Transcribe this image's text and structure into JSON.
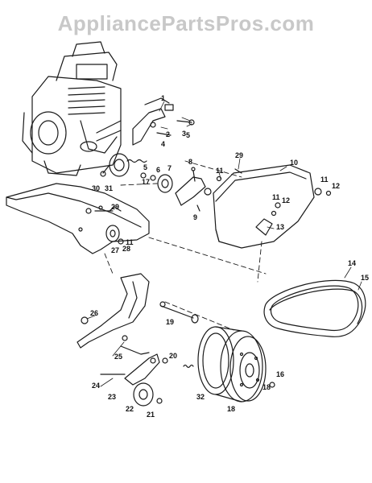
{
  "watermark": {
    "text": "AppliancePartsPros.com"
  },
  "callouts": {
    "c1": "1",
    "c2": "2",
    "c3": "3",
    "c4": "4",
    "c5a": "5",
    "c5b": "5",
    "c6": "6",
    "c7": "7",
    "c8": "8",
    "c9": "9",
    "c10": "10",
    "c11a": "11",
    "c11b": "11",
    "c11c": "11",
    "c11d": "11",
    "c12a": "12",
    "c12b": "12",
    "c13": "13",
    "c14": "14",
    "c15": "15",
    "c16": "16",
    "c17": "17",
    "c18a": "18",
    "c18b": "18",
    "c19": "19",
    "c20": "20",
    "c21": "21",
    "c22": "22",
    "c23": "23",
    "c24": "24",
    "c25": "25",
    "c26": "26",
    "c27": "27",
    "c28": "28",
    "c29a": "29",
    "c29b": "29",
    "c30": "30",
    "c31": "31",
    "c32": "32"
  },
  "colors": {
    "ink": "#1a1a1a",
    "watermark": "#c8c8c8",
    "background": "#ffffff"
  }
}
